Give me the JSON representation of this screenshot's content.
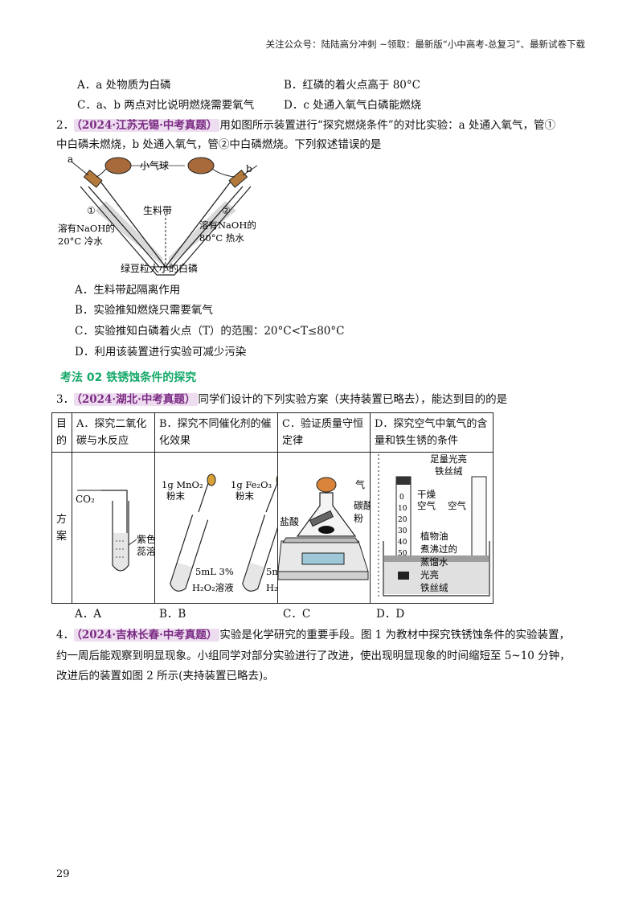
{
  "header": "关注公众号：陆陆高分冲刺  ~领取：最新版“小中高考-总复习”、最新试卷下载",
  "q1": {
    "options": [
      {
        "label": "A．a 处物质为白磷"
      },
      {
        "label": "B．红磷的着火点高于 80°C"
      },
      {
        "label": "C．a、b 两点对比说明燃烧需要氧气"
      },
      {
        "label": "D．c 处通入氧气白磷能燃烧"
      }
    ]
  },
  "q2": {
    "number": "2．",
    "tag": "（2024·江苏无锡·中考真题）",
    "stem_line1": "用如图所示装置进行“探究燃烧条件”的对比实验：a 处通入氧气，管①",
    "stem_line2": "中白磷未燃烧，b 处通入氧气，管②中白磷燃烧。下列叙述错误的是",
    "figure": {
      "label_a": "a",
      "label_b": "b",
      "balloon": "小气球",
      "tube1": "①",
      "tube2": "②",
      "strip": "生料带",
      "left_water_1": "溶有NaOH的",
      "left_water_2": "20°C 冷水",
      "right_water_1": "溶有NaOH的",
      "right_water_2": "80°C 热水",
      "phosphorus": "绿豆粒大小的白磷"
    },
    "options": [
      {
        "label": "A．生料带起隔离作用"
      },
      {
        "label": "B．实验推知燃烧只需要氧气"
      },
      {
        "label": "C．实验推知白磷着火点（T）的范围：20°C<T≤80°C"
      },
      {
        "label": "D．利用该装置进行实验可减少污染"
      }
    ]
  },
  "section": {
    "title": "考法 02   铁锈蚀条件的探究"
  },
  "q3": {
    "number": "3．",
    "tag": "（2024·湖北·中考真题）",
    "stem": "同学们设计的下列实验方案（夹持装置已略去），能达到目的的是",
    "header_col0": "目的",
    "row2_col0": "方案",
    "purposes": [
      "A．探究二氧化碳与水反应",
      "B．探究不同催化剂的催化效果",
      "C．验证质量守恒定律",
      "D．探究空气中氧气的含量和铁生锈的条件"
    ],
    "figA": {
      "gas": "CO₂",
      "liquid_1": "紫色",
      "liquid_2": "蕊溶"
    },
    "figB": {
      "left_1": "1g MnO₂",
      "left_2": "粉末",
      "right_1": "1g Fe₂O₃",
      "right_2": "粉末",
      "sol_1": "5mL 3%",
      "sol_2": "H₂O₂溶液",
      "sol_3": "5m",
      "sol_4": "H₂("
    },
    "figC": {
      "acid": "盐酸",
      "balloon": "气",
      "powder_1": "碳酸",
      "powder_2": "粉"
    },
    "figD": {
      "top_1": "足量光亮",
      "top_2": "铁丝绒",
      "dry_1": "干燥",
      "dry_2": "空气",
      "air": "空气",
      "oil": "植物油",
      "water_1": "煮沸过的",
      "water_2": "蒸馏水",
      "bottom_1": "光亮",
      "bottom_2": "铁丝绒",
      "scale": [
        "0",
        "10",
        "20",
        "30",
        "40",
        "50"
      ]
    },
    "options": [
      {
        "label": "A．A"
      },
      {
        "label": "B．B"
      },
      {
        "label": "C．C"
      },
      {
        "label": "D．D"
      }
    ]
  },
  "q4": {
    "number": "4．",
    "tag": "（2024·吉林长春·中考真题）",
    "line1": "实验是化学研究的重要手段。图 1 为教材中探究铁锈蚀条件的实验装置，",
    "line2": "约一周后能观察到明显现象。小组同学对部分实验进行了改进，使出现明显现象的时间缩短至 5~10 分钟，",
    "line3": "改进后的装置如图 2 所示(夹持装置已略去)。"
  },
  "page_number": "29"
}
